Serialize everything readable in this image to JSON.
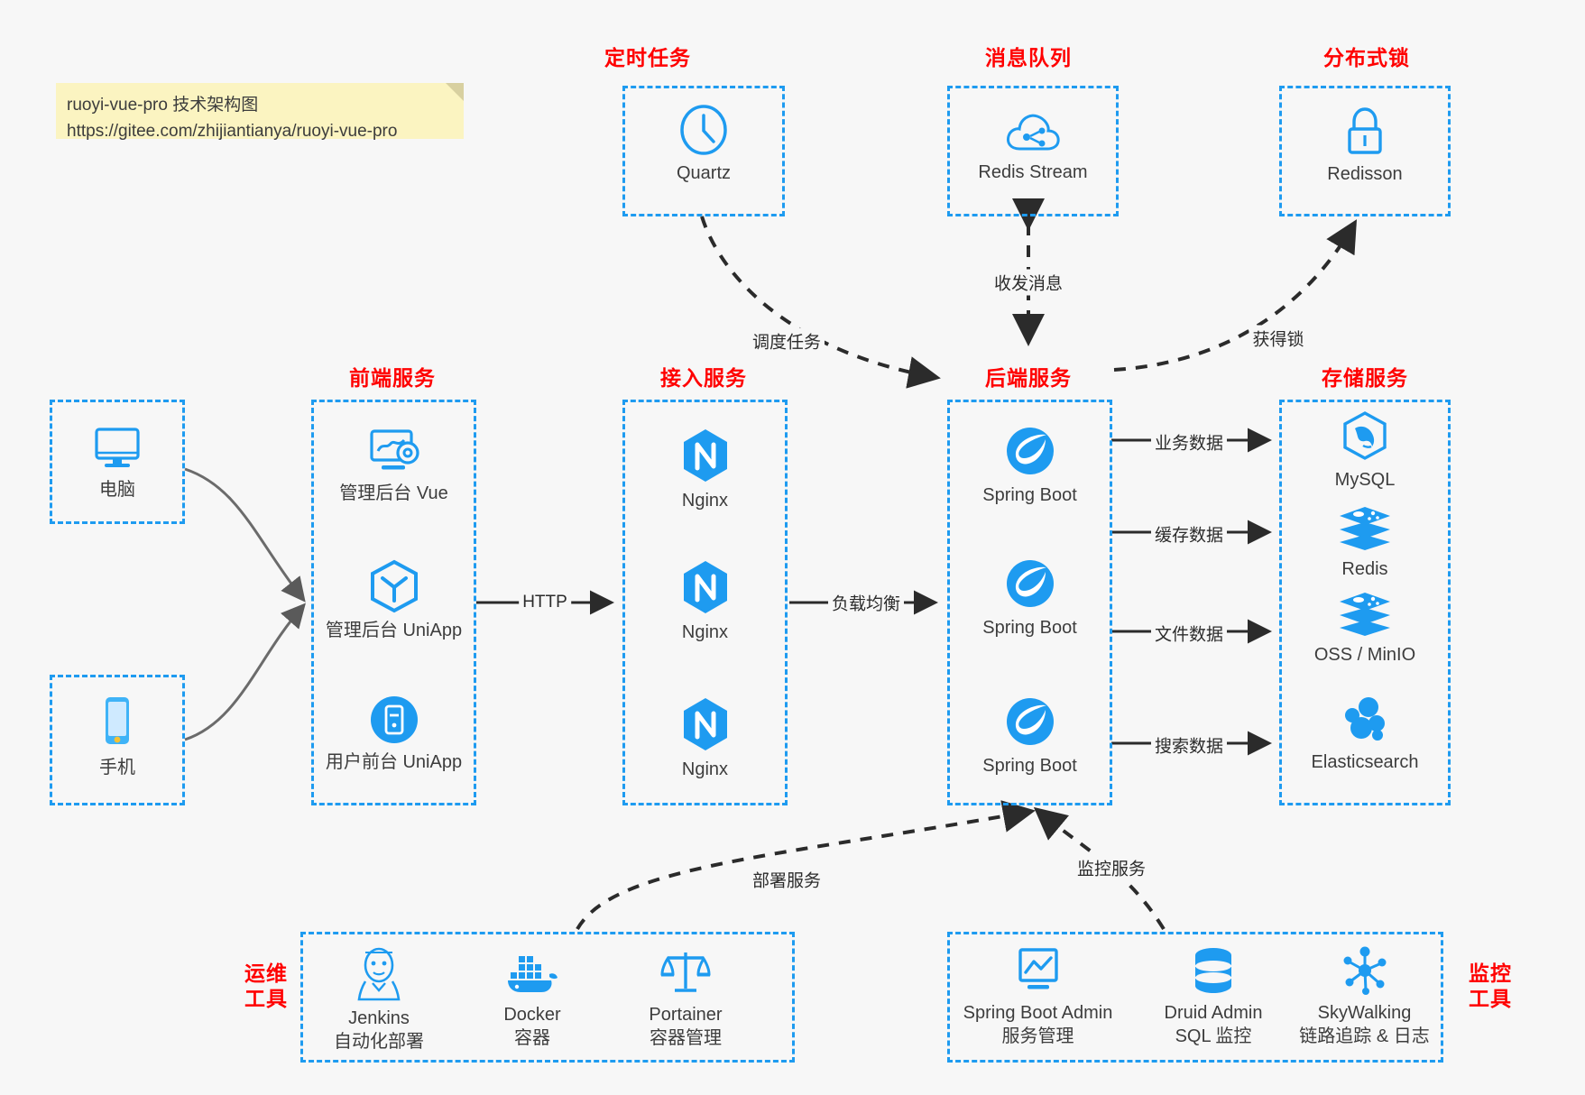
{
  "note": {
    "line1": "ruoyi-vue-pro 技术架构图",
    "line2": "https://gitee.com/zhijiantianya/ruoyi-vue-pro"
  },
  "colors": {
    "accent": "#1e9bf0",
    "caption": "#ff0000",
    "background": "#f7f7f7",
    "note": "#fbf4c1",
    "edge": "#2b2b2b"
  },
  "groups": {
    "scheduled_task": {
      "caption": "定时任务"
    },
    "message_queue": {
      "caption": "消息队列"
    },
    "distributed_lock": {
      "caption": "分布式锁"
    },
    "frontend": {
      "caption": "前端服务"
    },
    "gateway": {
      "caption": "接入服务"
    },
    "backend": {
      "caption": "后端服务"
    },
    "storage": {
      "caption": "存储服务"
    },
    "devops": {
      "caption_line1": "运维",
      "caption_line2": "工具"
    },
    "monitor": {
      "caption_line1": "监控",
      "caption_line2": "工具"
    }
  },
  "nodes": {
    "quartz": {
      "label": "Quartz",
      "icon": "clock-icon"
    },
    "redis_stream": {
      "label": "Redis Stream",
      "icon": "cloud-queue-icon"
    },
    "redisson": {
      "label": "Redisson",
      "icon": "lock-icon"
    },
    "pc": {
      "label": "电脑",
      "icon": "desktop-icon"
    },
    "phone": {
      "label": "手机",
      "icon": "mobile-icon"
    },
    "admin_vue": {
      "label": "管理后台 Vue",
      "icon": "dashboard-gear-icon"
    },
    "admin_uniapp": {
      "label": "管理后台 UniApp",
      "icon": "uniapp-hexagon-icon"
    },
    "user_uniapp": {
      "label": "用户前台 UniApp",
      "icon": "mobile-circle-icon"
    },
    "nginx1": {
      "label": "Nginx",
      "icon": "nginx-icon"
    },
    "nginx2": {
      "label": "Nginx",
      "icon": "nginx-icon"
    },
    "nginx3": {
      "label": "Nginx",
      "icon": "nginx-icon"
    },
    "springboot1": {
      "label": "Spring Boot",
      "icon": "spring-leaf-icon"
    },
    "springboot2": {
      "label": "Spring Boot",
      "icon": "spring-leaf-icon"
    },
    "springboot3": {
      "label": "Spring Boot",
      "icon": "spring-leaf-icon"
    },
    "mysql": {
      "label": "MySQL",
      "icon": "mysql-dolphin-icon"
    },
    "redis": {
      "label": "Redis",
      "icon": "redis-stack-icon"
    },
    "oss": {
      "label": "OSS / MinIO",
      "icon": "redis-stack-icon"
    },
    "elasticsearch": {
      "label": "Elasticsearch",
      "icon": "elasticsearch-cluster-icon"
    },
    "jenkins": {
      "label": "Jenkins",
      "sublabel": "自动化部署",
      "icon": "jenkins-butler-icon"
    },
    "docker": {
      "label": "Docker",
      "sublabel": "容器",
      "icon": "docker-whale-icon"
    },
    "portainer": {
      "label": "Portainer",
      "sublabel": "容器管理",
      "icon": "portainer-scale-icon"
    },
    "sba": {
      "label": "Spring Boot Admin",
      "sublabel": "服务管理",
      "icon": "monitor-chart-icon"
    },
    "druid": {
      "label": "Druid Admin",
      "sublabel": "SQL 监控",
      "icon": "database-icon"
    },
    "skywalking": {
      "label": "SkyWalking",
      "sublabel": "链路追踪 & 日志",
      "icon": "skywalking-nodes-icon"
    }
  },
  "edges": {
    "schedule_task": "调度任务",
    "send_receive_message": "收发消息",
    "acquire_lock": "获得锁",
    "http": "HTTP",
    "load_balance": "负载均衡",
    "business_data": "业务数据",
    "cache_data": "缓存数据",
    "file_data": "文件数据",
    "search_data": "搜索数据",
    "deploy_service": "部署服务",
    "monitor_service": "监控服务"
  }
}
